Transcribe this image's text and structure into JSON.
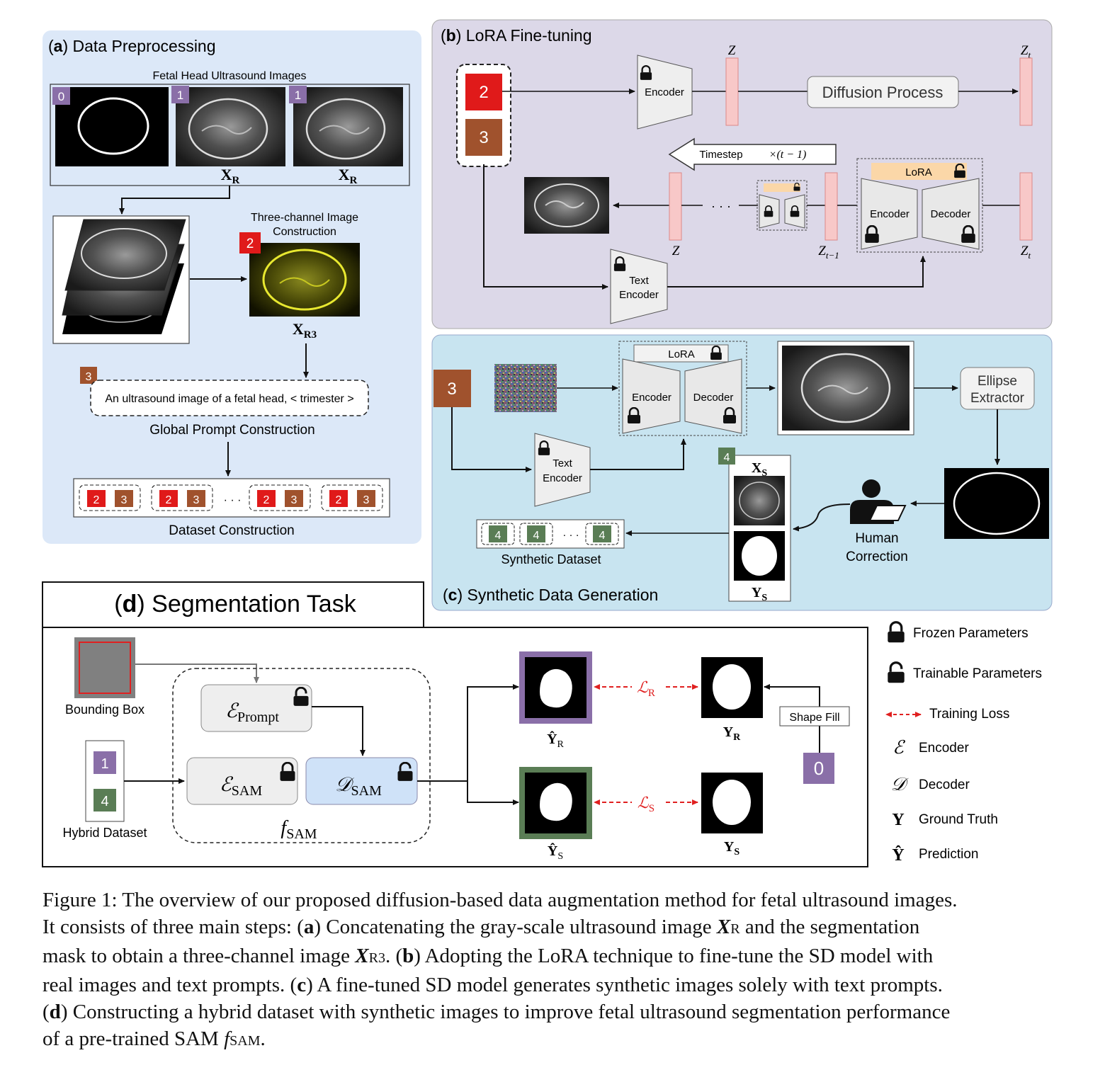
{
  "panel_a": {
    "title_bold": "a",
    "title_rest": ") Data Preprocessing",
    "fetal_label": "Fetal Head Ultrasound Images",
    "badge0": "0",
    "badge1": "1",
    "badge1b": "1",
    "xr": "X",
    "xr_sub": "R",
    "three_channel_1": "Three-channel Image",
    "three_channel_2": "Construction",
    "badge2": "2",
    "xr3": "X",
    "xr3_sub": "R3",
    "badge3": "3",
    "prompt_text": "An ultrasound image of a fetal head, < trimester >",
    "global_prompt": "Global Prompt Construction",
    "pair_2": "2",
    "pair_3": "3",
    "ellipsis": "· · ·",
    "dataset_construction": "Dataset Construction"
  },
  "panel_b": {
    "title_bold": "b",
    "title_rest": ") LoRA Fine-tuning",
    "badge2": "2",
    "badge3": "3",
    "encoder": "Encoder",
    "z": "Z",
    "zt": "Z",
    "zt_sub": "t",
    "zt1_sub": "t−1",
    "diffusion": "Diffusion Process",
    "timestep": "Timestep",
    "times": "×(t − 1)",
    "lora": "LoRA",
    "decoder": "Decoder",
    "text_encoder_1": "Text",
    "text_encoder_2": "Encoder",
    "dots": "· · ·"
  },
  "panel_c": {
    "title_bold": "c",
    "title_rest": ") Synthetic Data Generation",
    "badge3": "3",
    "lora": "LoRA",
    "encoder": "Encoder",
    "decoder": "Decoder",
    "text_encoder_1": "Text",
    "text_encoder_2": "Encoder",
    "ellipse_1": "Ellipse",
    "ellipse_2": "Extractor",
    "badge4": "4",
    "xs": "X",
    "xs_sub": "S",
    "ys": "Y",
    "ys_sub": "S",
    "human_1": "Human",
    "human_2": "Correction",
    "synthetic_dataset": "Synthetic Dataset",
    "dots": "· · ·"
  },
  "panel_d": {
    "title_bold": "d",
    "title_rest": ") Segmentation Task",
    "bounding_box": "Bounding Box",
    "hybrid_dataset": "Hybrid Dataset",
    "badge1": "1",
    "badge4": "4",
    "badge0": "0",
    "e_prompt": "ℰ",
    "e_prompt_sub": "Prompt",
    "e_sam": "ℰ",
    "e_sam_sub": "SAM",
    "d_sam": "𝒟",
    "d_sam_sub": "SAM",
    "f_sam": "f",
    "f_sam_sub": "SAM",
    "loss_r": "ℒ",
    "loss_r_sub": "R",
    "loss_s": "ℒ",
    "loss_s_sub": "S",
    "yhat_r": "Ŷ",
    "yhat_r_sub": "R",
    "yhat_s": "Ŷ",
    "yhat_s_sub": "S",
    "y_r": "Y",
    "y_r_sub": "R",
    "y_s": "Y",
    "y_s_sub": "S",
    "shape_fill": "Shape Fill"
  },
  "legend": {
    "frozen": "Frozen Parameters",
    "trainable": "Trainable Parameters",
    "loss": "Training Loss",
    "encoder_sym": "ℰ",
    "encoder": "Encoder",
    "decoder_sym": "𝒟",
    "decoder": "Decoder",
    "gt_sym": "Y",
    "gt": "Ground Truth",
    "pred_sym": "Ŷ",
    "pred": "Prediction"
  },
  "caption": {
    "l1": "Figure 1: The overview of our proposed diffusion-based data augmentation method for fetal ultrasound images.",
    "l2a": "It consists of three main steps: (",
    "l2b": "a",
    "l2c": ") Concatenating the gray-scale ultrasound image ",
    "l2d": "X",
    "l2e": "R",
    "l2f": " and the segmentation",
    "l3a": "mask to obtain a three-channel image ",
    "l3b": "X",
    "l3c": "R3",
    "l3d": ". (",
    "l3e": "b",
    "l3f": ") Adopting the LoRA technique to fine-tune the SD model with",
    "l4a": "real images and text prompts. (",
    "l4b": "c",
    "l4c": ") A fine-tuned SD model generates synthetic images solely with text prompts.",
    "l5a": "(",
    "l5b": "d",
    "l5c": ") Constructing a hybrid dataset with synthetic images to improve fetal ultrasound segmentation performance",
    "l6a": "of a pre-trained SAM ",
    "l6b": "f",
    "l6c": "SAM",
    "l6d": "."
  },
  "colors": {
    "panel_a_bg": "#dce8f8",
    "panel_b_bg": "#dcd8e8",
    "panel_c_bg": "#c8e4f0",
    "badge_purple": "#8a6fa8",
    "badge_red": "#e01a1a",
    "badge_brown": "#a0522d",
    "badge_green": "#5a7d55",
    "latent_pink": "#f8c8c8",
    "lora_orange": "#fbd7a8",
    "loss_red": "#e02020"
  }
}
